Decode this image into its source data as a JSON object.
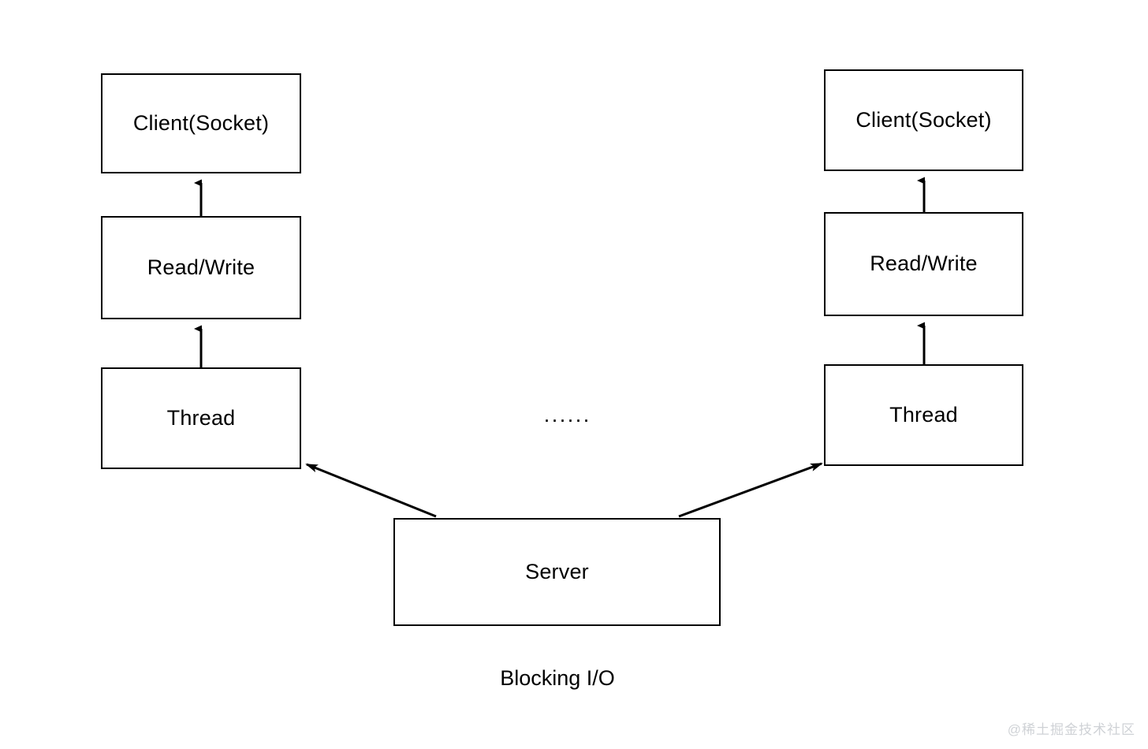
{
  "diagram": {
    "title": "Blocking I/O",
    "caption": "Blocking I/O",
    "background_color": "#ffffff",
    "stroke_color": "#000000",
    "text_color": "#000000",
    "ellipsis": "······",
    "columns": [
      {
        "id": "left",
        "nodes": [
          {
            "id": "client-left",
            "label": "Client(Socket)"
          },
          {
            "id": "read-write-left",
            "label": "Read/Write"
          },
          {
            "id": "thread-left",
            "label": "Thread"
          }
        ]
      },
      {
        "id": "right",
        "nodes": [
          {
            "id": "client-right",
            "label": "Client(Socket)"
          },
          {
            "id": "read-write-right",
            "label": "Read/Write"
          },
          {
            "id": "thread-right",
            "label": "Thread"
          }
        ]
      }
    ],
    "server": {
      "id": "server",
      "label": "Server"
    },
    "edges": [
      {
        "from": "read-write-left",
        "to": "client-left",
        "kind": "vertical-arrow-up"
      },
      {
        "from": "thread-left",
        "to": "read-write-left",
        "kind": "vertical-arrow-up"
      },
      {
        "from": "read-write-right",
        "to": "client-right",
        "kind": "vertical-arrow-up"
      },
      {
        "from": "thread-right",
        "to": "read-write-right",
        "kind": "vertical-arrow-up"
      },
      {
        "from": "server",
        "to": "thread-left",
        "kind": "diagonal-arrow"
      },
      {
        "from": "server",
        "to": "thread-right",
        "kind": "diagonal-arrow"
      }
    ]
  },
  "watermark": {
    "text": "@稀土掘金技术社区",
    "color": "#cfd2d6"
  }
}
